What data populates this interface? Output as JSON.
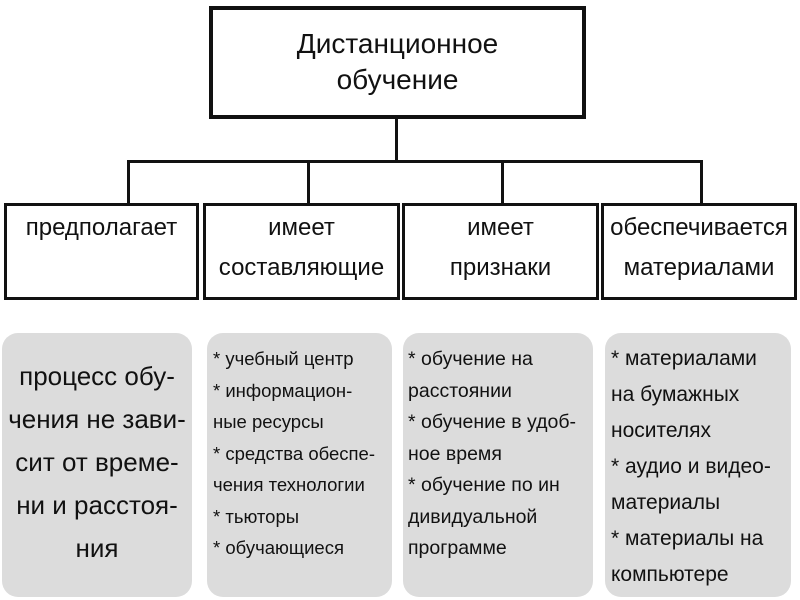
{
  "diagram": {
    "root": {
      "lines": "Дистанционное\nобучение"
    },
    "branches": [
      {
        "label": "предполагает",
        "detail": "процесс обу-\nчения не зави-\nсит от време-\nни и расстоя-\nния"
      },
      {
        "label": "имеет\nсоставляющие",
        "detail": "* учебный центр\n* информацион-\nные ресурсы\n* средства обеспе-\nчения технологии\n* тьюторы\n* обучающиеся"
      },
      {
        "label": "имеет\nпризнаки",
        "detail": "* обучение на\nрасстоянии\n* обучение в удоб-\nное время\n* обучение по ин\nдивидуальной\nпрограмме"
      },
      {
        "label": "обеспечивается\nматериалами",
        "detail": "* материалами\nна бумажных\nносителях\n* аудио и видео-\nматериалы\n* материалы на\nкомпьютере"
      }
    ]
  }
}
